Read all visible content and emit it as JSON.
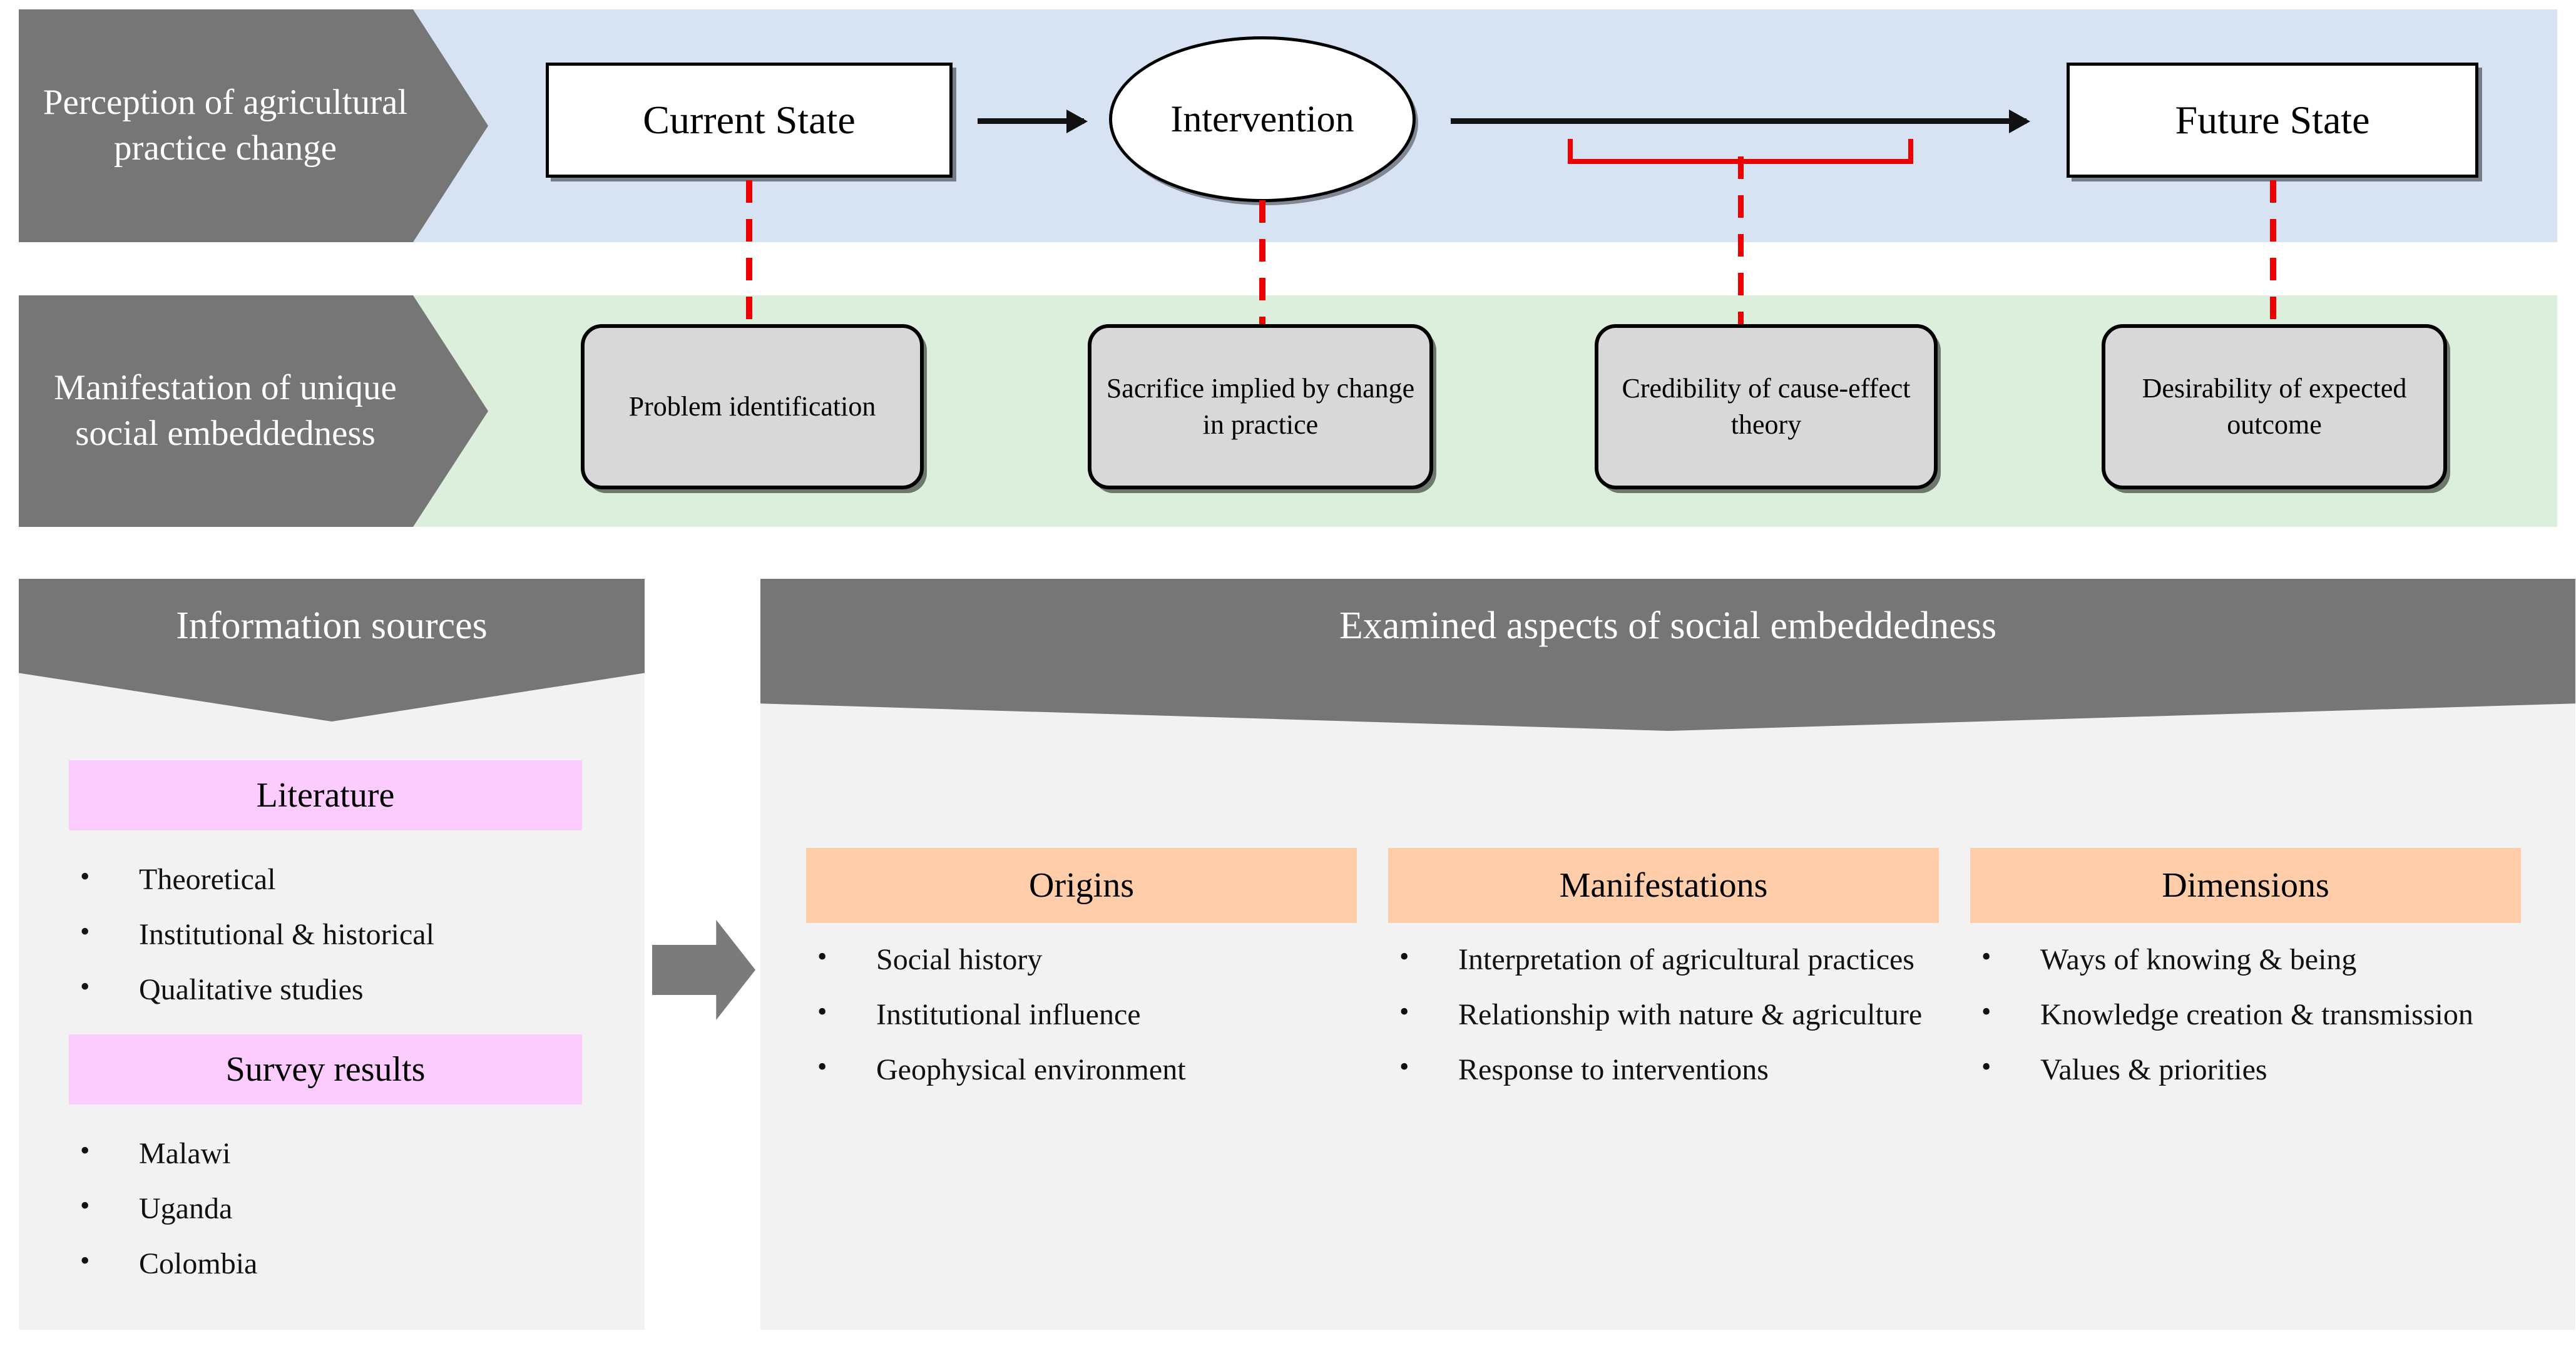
{
  "bands": [
    {
      "id": "perception",
      "label": "Perception of agricultural practice change",
      "bg_color": "#D7E2F3",
      "chevron_color": "#767676"
    },
    {
      "id": "manifestation",
      "label": "Manifestation of unique social embeddedness",
      "bg_color": "#DCEEDC",
      "chevron_color": "#767676"
    }
  ],
  "process_flow": {
    "current_state": "Current State",
    "intervention": "Intervention",
    "future_state": "Future State",
    "arrow_icon": "arrow-right-icon",
    "bracket_color": "#EE0000",
    "connector_color": "#EE0000"
  },
  "embeddedness_nodes": [
    {
      "label": "Problem identification"
    },
    {
      "label": "Sacrifice implied by change in practice"
    },
    {
      "label": "Credibility of cause-effect theory"
    },
    {
      "label": "Desirability of expected outcome"
    }
  ],
  "panels": {
    "sources": {
      "header": "Information sources",
      "header_color": "#767676",
      "body_color": "#F2F2F2",
      "sections": [
        {
          "title": "Literature",
          "title_color": "#FCCCFF",
          "items": [
            "Theoretical",
            "Institutional & historical",
            "Qualitative studies"
          ]
        },
        {
          "title": "Survey results",
          "title_color": "#FCCCFF",
          "items": [
            "Malawi",
            "Uganda",
            "Colombia"
          ]
        }
      ]
    },
    "aspects": {
      "header": "Examined aspects of social embeddedness",
      "header_color": "#767676",
      "body_color": "#F2F2F2",
      "columns": [
        {
          "title": "Origins",
          "title_color": "#FFCDAA",
          "items": [
            "Social history",
            "Institutional influence",
            "Geophysical environment"
          ]
        },
        {
          "title": "Manifestations",
          "title_color": "#FFCDAA",
          "items": [
            "Interpretation of agricultural practices",
            "Relationship with nature & agriculture",
            "Response to interventions"
          ]
        },
        {
          "title": "Dimensions",
          "title_color": "#FFCDAA",
          "items": [
            "Ways of knowing & being",
            "Knowledge creation & transmission",
            "Values & priorities"
          ]
        }
      ]
    },
    "flow_arrow_icon": "block-arrow-right-icon"
  }
}
